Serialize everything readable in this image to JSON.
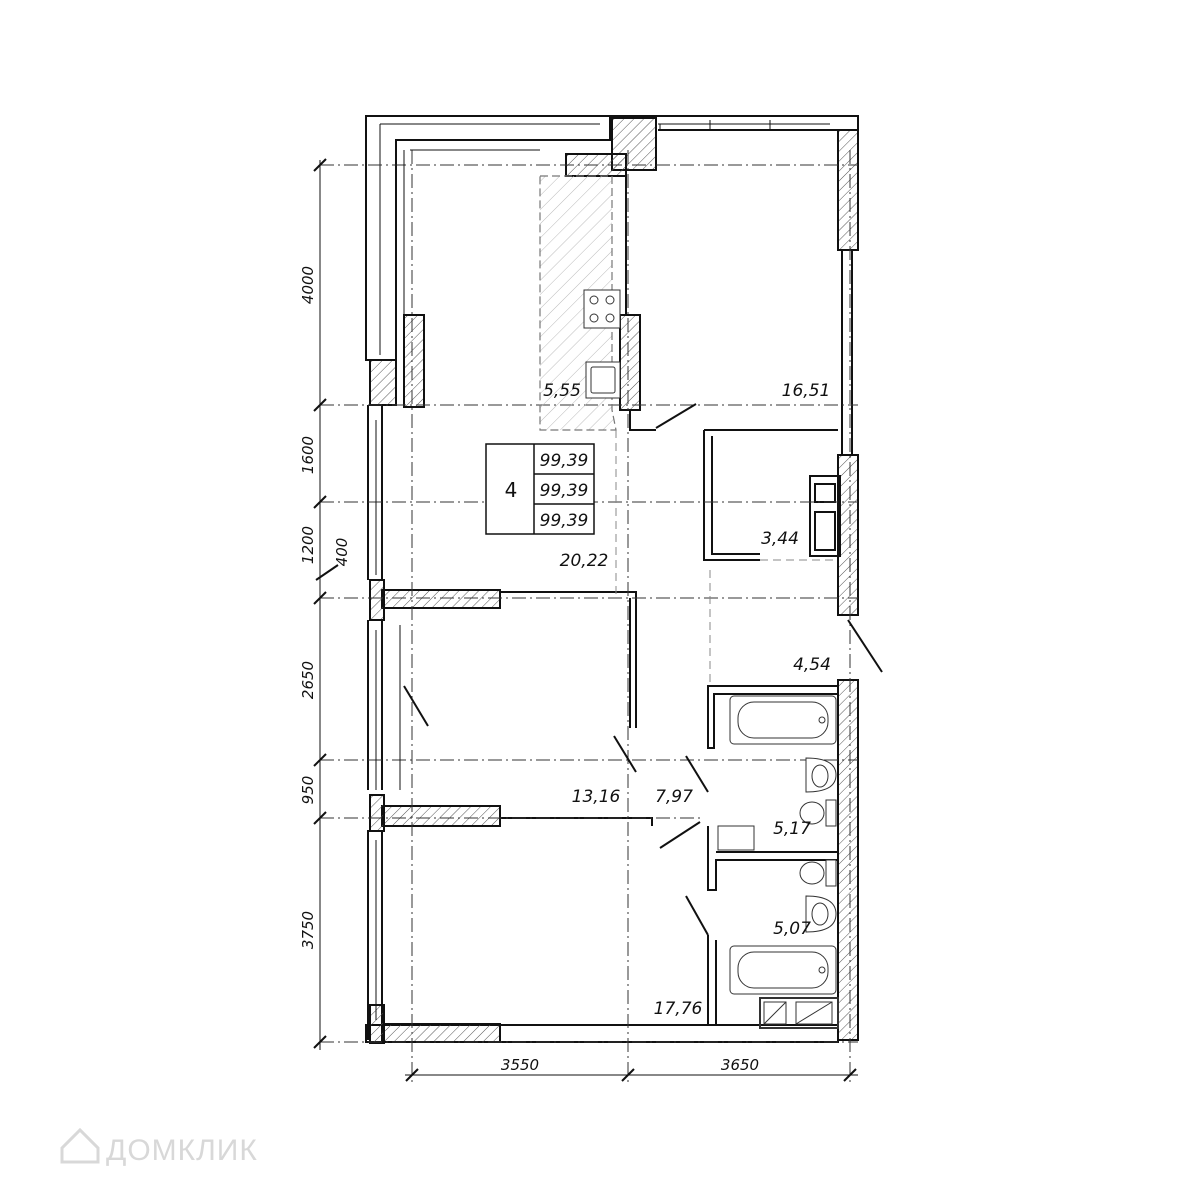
{
  "plan": {
    "rooms_count": "4",
    "areas_table": [
      "99,39",
      "99,39",
      "99,39"
    ],
    "room_areas": {
      "kitchen": "5,55",
      "bedroom_top_right": "16,51",
      "living": "20,22",
      "closet": "3,44",
      "hall": "4,54",
      "bedroom_middle": "13,16",
      "corridor": "7,97",
      "bathroom_1": "5,17",
      "bathroom_2": "5,07",
      "bedroom_bottom": "17,76"
    },
    "dimensions_left": [
      "4000",
      "1600",
      "1200",
      "2650",
      "950",
      "3750"
    ],
    "dimension_diag": "400",
    "dimensions_bottom": [
      "3550",
      "3650"
    ]
  },
  "watermark": "ДОМКЛИК",
  "colors": {
    "line": "#111111",
    "hatch": "#777777",
    "watermark": "#d8d8d8"
  }
}
